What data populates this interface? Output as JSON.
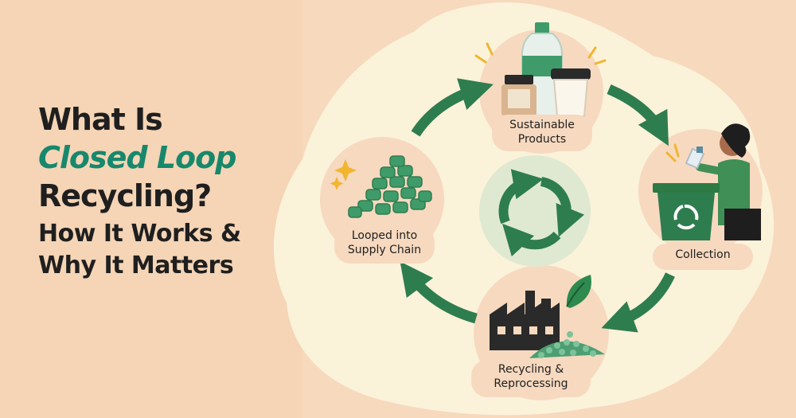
{
  "title": {
    "line1": "What Is",
    "line2": "Closed Loop",
    "line3": "Recycling?",
    "line4": "How It Works &",
    "line5": "Why It Matters"
  },
  "steps": [
    {
      "id": "sustainable-products",
      "line1": "Sustainable",
      "line2": "Products"
    },
    {
      "id": "collection",
      "line1": "Collection",
      "line2": ""
    },
    {
      "id": "recycling-reprocessing",
      "line1": "Recycling &",
      "line2": "Reprocessing"
    },
    {
      "id": "looped-supply-chain",
      "line1": "Looped into",
      "line2": "Supply Chain"
    }
  ],
  "colors": {
    "background": "#f7d9bd",
    "cloud": "#fbf2da",
    "accent_green": "#2e7d4f",
    "title_accent": "#17886c",
    "dark_text": "#1f1f1f",
    "spark_yellow": "#f2b530",
    "center_circle": "#dfe9d2"
  },
  "icons": [
    "recycle-icon",
    "bottle-icon",
    "jar-icon",
    "cup-icon",
    "person-icon",
    "bin-icon",
    "factory-icon",
    "leaf-icon",
    "pellets-icon",
    "sparkle-icon"
  ]
}
